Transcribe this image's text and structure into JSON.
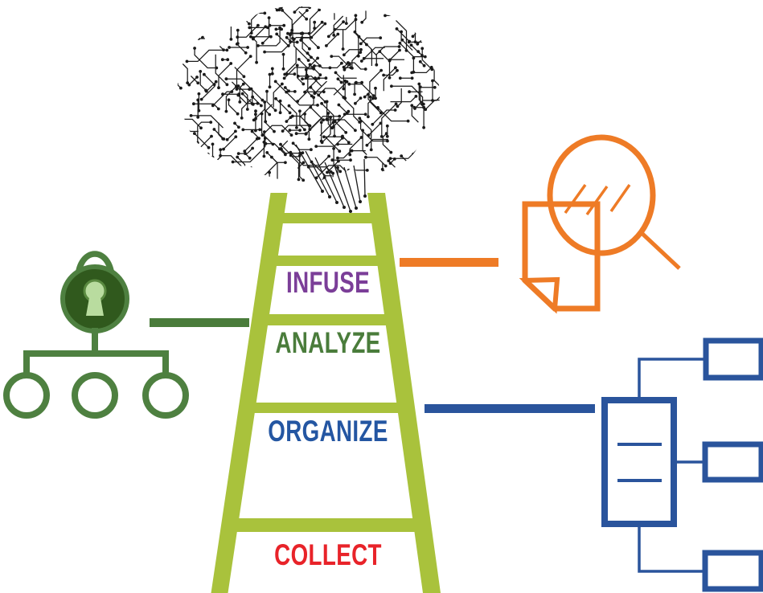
{
  "ladder": {
    "color": "#a9c23c",
    "rungs": [
      {
        "label": "INFUSE",
        "color": "#7b3e98"
      },
      {
        "label": "ANALYZE",
        "color": "#4a7c3b"
      },
      {
        "label": "ORGANIZE",
        "color": "#2456a2"
      },
      {
        "label": "COLLECT",
        "color": "#e82329"
      }
    ]
  },
  "icons": {
    "brain": {
      "name": "circuit-brain-icon",
      "color": "#1a1a1a"
    },
    "lock_hierarchy": {
      "name": "lock-hierarchy-icon",
      "stroke": "#4e8040",
      "body_fill": "#30591d",
      "keyhole_fill": "#b9dc9f",
      "keyhole_ring": "#5a8a40"
    },
    "document_search": {
      "name": "document-search-icon",
      "color": "#ee7b26"
    },
    "flowchart": {
      "name": "flowchart-icon",
      "color": "#2a549c"
    }
  },
  "connectors": {
    "security": {
      "color": "#4a7c3b"
    },
    "discovery": {
      "color": "#ee7b26"
    },
    "organize": {
      "color": "#2a549c"
    }
  }
}
